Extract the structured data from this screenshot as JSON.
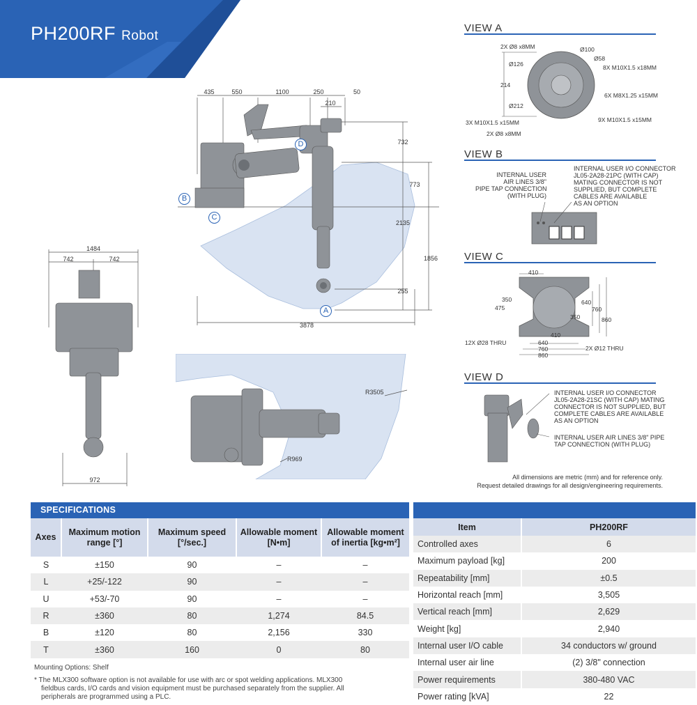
{
  "header": {
    "model": "PH200RF",
    "suffix": "Robot"
  },
  "views": {
    "a": {
      "title": "VIEW A",
      "labels": [
        "2X Ø8 x8MM",
        "Ø100",
        "Ø58",
        "8X M10X1.5 x18MM",
        "Ø126",
        "214",
        "6X M8X1.25 x15MM",
        "Ø212",
        "3X M10X1.5 x15MM",
        "9X M10X1.5 x15MM",
        "2X Ø8 x8MM"
      ]
    },
    "b": {
      "title": "VIEW B",
      "left_label": [
        "INTERNAL USER",
        "AIR LINES 3/8\"",
        "PIPE TAP CONNECTION",
        "(WITH PLUG)"
      ],
      "right_label": [
        "INTERNAL USER I/O CONNECTOR",
        "JL05-2A28-21PC (WITH CAP)",
        "MATING CONNECTOR IS NOT",
        "SUPPLIED, BUT COMPLETE",
        "CABLES ARE AVAILABLE",
        "AS AN OPTION"
      ]
    },
    "c": {
      "title": "VIEW C",
      "labels": [
        "410",
        "350",
        "475",
        "640",
        "760",
        "860",
        "350",
        "410",
        "640",
        "760",
        "860",
        "12X Ø28 THRU",
        "2X Ø12 THRU"
      ]
    },
    "d": {
      "title": "VIEW D",
      "top_label": [
        "INTERNAL USER I/O CONNECTOR",
        "JL05-2A28-21SC (WITH CAP) MATING",
        "CONNECTOR IS NOT SUPPLIED, BUT",
        "COMPLETE CABLES ARE AVAILABLE",
        "AS AN OPTION"
      ],
      "bottom_label": [
        "INTERNAL USER AIR LINES 3/8\" PIPE",
        "TAP CONNECTION (WITH PLUG)"
      ]
    }
  },
  "side_view": {
    "dims_top": [
      "435",
      "550",
      "1100",
      "250",
      "50",
      "210"
    ],
    "dims_right": [
      "732",
      "773",
      "2135",
      "1856",
      "255"
    ],
    "dim_bottom": "3878",
    "callouts": [
      "A",
      "B",
      "C",
      "D"
    ]
  },
  "front_view": {
    "dims": [
      "1484",
      "742",
      "742",
      "972"
    ]
  },
  "top_view": {
    "dims": [
      "R3505",
      "R969"
    ]
  },
  "notes": [
    "All dimensions are metric (mm) and for reference only.",
    "Request detailed drawings for all design/engineering requirements."
  ],
  "specs": {
    "title": "SPECIFICATIONS",
    "headers": [
      "Axes",
      "Maximum motion range [°]",
      "Maximum speed [°/sec.]",
      "Allowable moment [N•m]",
      "Allowable moment of inertia [kg•m²]"
    ],
    "rows": [
      [
        "S",
        "±150",
        "90",
        "–",
        "–"
      ],
      [
        "L",
        "+25/-122",
        "90",
        "–",
        "–"
      ],
      [
        "U",
        "+53/-70",
        "90",
        "–",
        "–"
      ],
      [
        "R",
        "±360",
        "80",
        "1,274",
        "84.5"
      ],
      [
        "B",
        "±120",
        "80",
        "2,156",
        "330"
      ],
      [
        "T",
        "±360",
        "160",
        "0",
        "80"
      ]
    ],
    "mounting": "Mounting Options: Shelf",
    "footnote": "* The MLX300 software option is not available for use with arc or spot welding applications. MLX300 fieldbus cards, I/O cards and vision equipment must be purchased separately from the supplier. All peripherals are programmed using a PLC."
  },
  "item_table": {
    "headers": [
      "Item",
      "PH200RF"
    ],
    "rows": [
      [
        "Controlled axes",
        "6"
      ],
      [
        "Maximum payload [kg]",
        "200"
      ],
      [
        "Repeatability [mm]",
        "±0.5"
      ],
      [
        "Horizontal reach [mm]",
        "3,505"
      ],
      [
        "Vertical reach [mm]",
        "2,629"
      ],
      [
        "Weight [kg]",
        "2,940"
      ],
      [
        "Internal user I/O cable",
        "34 conductors w/ ground"
      ],
      [
        "Internal user air line",
        "(2) 3/8\" connection"
      ],
      [
        "Power requirements",
        "380-480 VAC"
      ],
      [
        "Power rating [kVA]",
        "22"
      ]
    ]
  },
  "colors": {
    "brand_blue": "#2a63b5",
    "envelope": "#d9e3f2",
    "robot_gray": "#8f9398"
  }
}
